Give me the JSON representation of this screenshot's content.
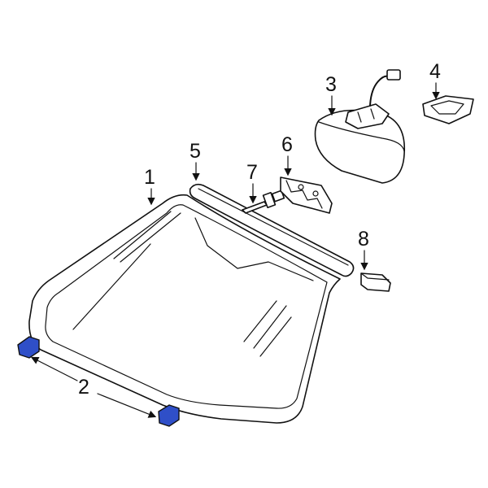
{
  "diagram": {
    "callouts": [
      {
        "number": "1",
        "part": "windshield"
      },
      {
        "number": "2",
        "part": "glass-spacer"
      },
      {
        "number": "3",
        "part": "rear-view-mirror"
      },
      {
        "number": "4",
        "part": "mirror-bracket"
      },
      {
        "number": "5",
        "part": "upper-molding"
      },
      {
        "number": "6",
        "part": "molding-clip"
      },
      {
        "number": "7",
        "part": "retainer-pin"
      },
      {
        "number": "8",
        "part": "stopper"
      }
    ],
    "highlight_color": "#2f4fc8"
  }
}
